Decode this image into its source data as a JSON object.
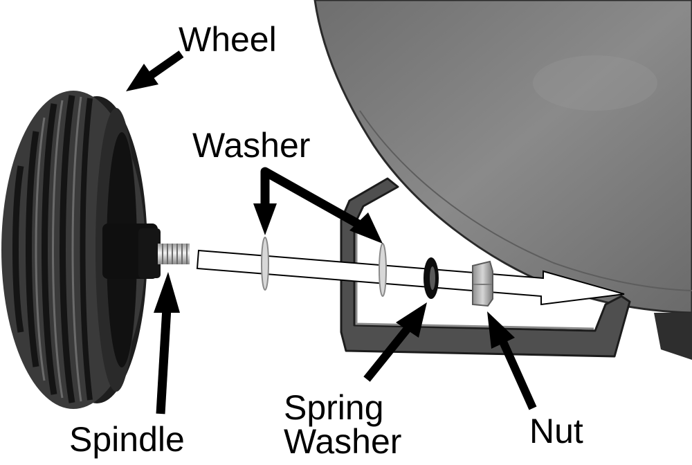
{
  "labels": {
    "wheel": "Wheel",
    "washer": "Washer",
    "spindle": "Spindle",
    "spring_washer_line1": "Spring",
    "spring_washer_line2": "Washer",
    "nut": "Nut"
  },
  "colors": {
    "background": "#ffffff",
    "tank": "#7c7c7c",
    "tire": "#2e2e2e",
    "bracket": "#555555",
    "arrow": "#000000"
  }
}
